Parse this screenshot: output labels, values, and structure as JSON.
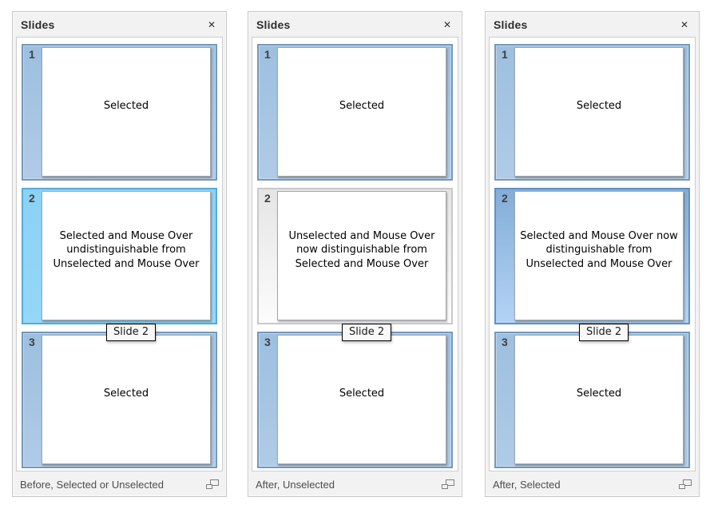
{
  "page": {
    "background": "#ffffff"
  },
  "icons": {
    "close_glyph": "✕",
    "float_icon_name": "float-panel-icon"
  },
  "colors": {
    "selected_fill_top": "#9dbfdf",
    "selected_fill_bottom": "#b0cbe7",
    "selected_border": "#7598ba",
    "mouseover_legacy_fill": "#8fd4f6",
    "mouseover_legacy_border": "#55abdb",
    "hover_unselected_fill_top": "#e5e5e5",
    "hover_unselected_fill_bottom": "#fcfcfc",
    "hover_unselected_border": "#c9c9c9",
    "hover_selected_fill_top": "#84add7",
    "hover_selected_fill_bottom": "#b3d3f5",
    "hover_selected_border": "#6590c2"
  },
  "panels": [
    {
      "title": "Slides",
      "tooltip": "Slide 2",
      "caption": "Before, Selected or Unselected",
      "slides": [
        {
          "number": "1",
          "text": "Selected"
        },
        {
          "number": "2",
          "text": "Selected and Mouse Over undistinguishable from Unselected and Mouse Over"
        },
        {
          "number": "3",
          "text": "Selected"
        }
      ]
    },
    {
      "title": "Slides",
      "tooltip": "Slide 2",
      "caption": "After, Unselected",
      "slides": [
        {
          "number": "1",
          "text": "Selected"
        },
        {
          "number": "2",
          "text": "Unselected and Mouse Over now distinguishable from Selected and Mouse Over"
        },
        {
          "number": "3",
          "text": "Selected"
        }
      ]
    },
    {
      "title": "Slides",
      "tooltip": "Slide 2",
      "caption": "After, Selected",
      "slides": [
        {
          "number": "1",
          "text": "Selected"
        },
        {
          "number": "2",
          "text": "Selected and Mouse Over now distinguishable from Unselected and Mouse Over"
        },
        {
          "number": "3",
          "text": "Selected"
        }
      ]
    }
  ]
}
